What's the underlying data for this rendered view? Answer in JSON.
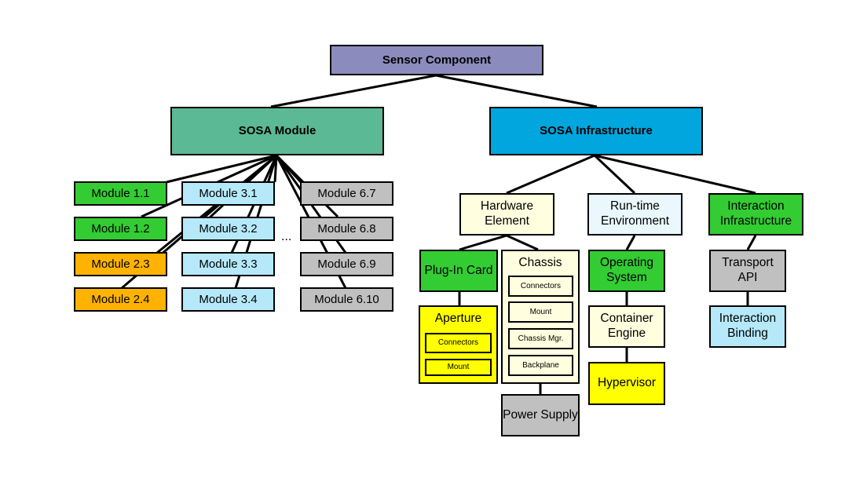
{
  "colors": {
    "root": "#8B8BBD",
    "sosa_module": "#5BB995",
    "sosa_infra": "#00A6DD",
    "green": "#33CC33",
    "light_blue": "#B5E9FA",
    "orange": "#FFB300",
    "gray": "#C0C0C0",
    "cream": "#FFFFE0",
    "pale_blue": "#EAF8FD",
    "yellow": "#FFFF00",
    "line": "#000000"
  },
  "root": {
    "label": "Sensor Component"
  },
  "sosa_module": {
    "label": "SOSA Module",
    "col1": [
      "Module 1.1",
      "Module 1.2",
      "Module 2.3",
      "Module 2.4"
    ],
    "col2": [
      "Module 3.1",
      "Module 3.2",
      "Module 3.3",
      "Module 3.4"
    ],
    "col3": [
      "Module 6.7",
      "Module 6.8",
      "Module 6.9",
      "Module 6.10"
    ],
    "ellipsis": "..."
  },
  "sosa_infrastructure": {
    "label": "SOSA Infrastructure",
    "hardware_element": {
      "label": "Hardware Element",
      "plug_in_card": "Plug-In Card",
      "aperture": {
        "label": "Aperture",
        "items": [
          "Connectors",
          "Mount"
        ]
      },
      "chassis": {
        "label": "Chassis",
        "items": [
          "Connectors",
          "Mount",
          "Chassis Mgr.",
          "Backplane"
        ]
      },
      "power_supply": "Power Supply"
    },
    "runtime_environment": {
      "label": "Run-time Environment",
      "operating_system": "Operating System",
      "container_engine": "Container Engine",
      "hypervisor": "Hypervisor"
    },
    "interaction_infrastructure": {
      "label": "Interaction Infrastructure",
      "transport_api": "Transport API",
      "interaction_binding": "Interaction Binding"
    }
  }
}
